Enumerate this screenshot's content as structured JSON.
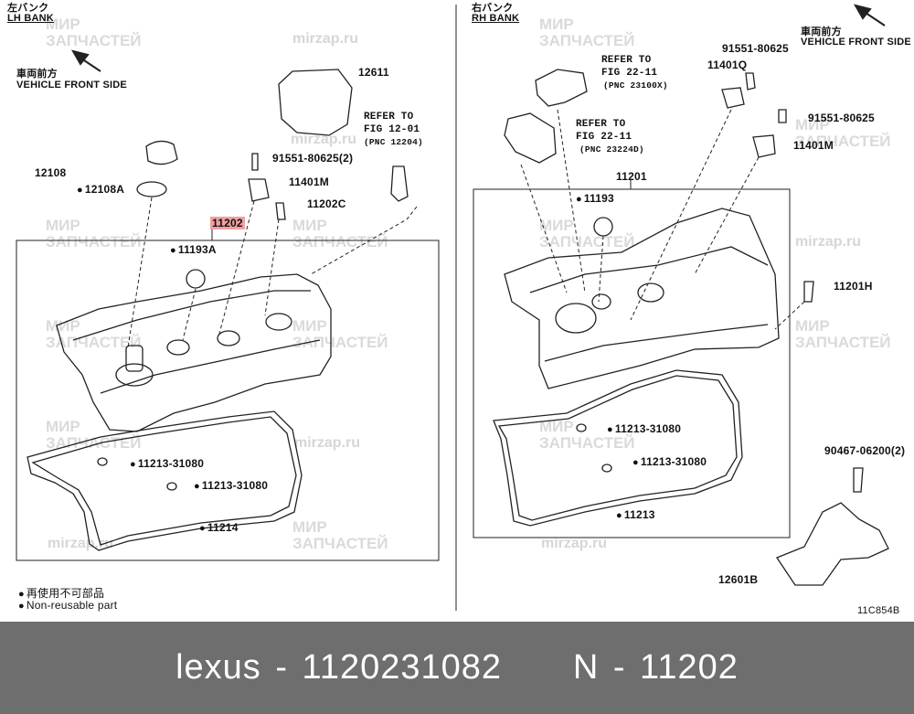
{
  "left": {
    "bank_jp": "左バンク",
    "bank_en": "LH BANK",
    "front_jp": "車両前方",
    "front_en": "VEHICLE FRONT SIDE",
    "labels": {
      "p12611": "12611",
      "refer_title": "REFER TO",
      "refer_fig": "FIG 12-01",
      "refer_pnc": "(PNC 12204)",
      "p91551": "91551-80625(2)",
      "p12108": "12108",
      "p12108A": "12108A",
      "p11401M": "11401M",
      "p11202C": "11202C",
      "p11202": "11202",
      "p11193A": "11193A",
      "p11213a": "11213-31080",
      "p11213b": "11213-31080",
      "p11214": "11214"
    },
    "legend_jp": "再使用不可部品",
    "legend_en": "Non-reusable part"
  },
  "right": {
    "bank_jp": "右バンク",
    "bank_en": "RH BANK",
    "front_jp": "車両前方",
    "front_en": "VEHICLE FRONT SIDE",
    "labels": {
      "refer1_title": "REFER TO",
      "refer1_fig": "FIG 22-11",
      "refer1_pnc": "(PNC 23100X)",
      "refer2_title": "REFER TO",
      "refer2_fig": "FIG 22-11",
      "refer2_pnc": "(PNC 23224D)",
      "p91551a": "91551-80625",
      "p11401Q": "11401Q",
      "p91551b": "91551-80625",
      "p11401M": "11401M",
      "p11201": "11201",
      "p11193": "11193",
      "p11201H": "11201H",
      "p11213a": "11213-31080",
      "p11213b": "11213-31080",
      "p11213": "11213",
      "p90467": "90467-06200(2)",
      "p12601B": "12601B",
      "code": "11C854B"
    }
  },
  "watermark": {
    "line1": "МИР",
    "line2": "ЗАПЧАСТЕЙ",
    "url": "mirzap.ru"
  },
  "footer": {
    "text": "lexus - 1120231082     N - 11202"
  }
}
